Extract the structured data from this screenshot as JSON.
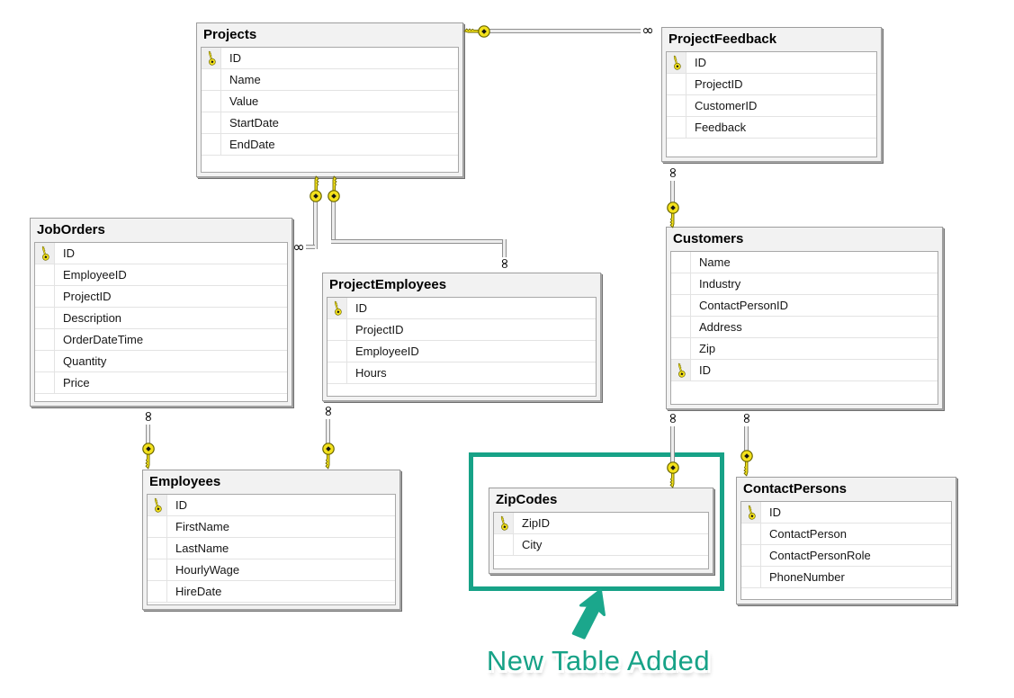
{
  "diagram": {
    "annotation_label": "New Table Added",
    "accent_color": "#17a287"
  },
  "tables": [
    {
      "name": "Projects",
      "fields": [
        {
          "name": "ID",
          "pk": true
        },
        {
          "name": "Name",
          "pk": false
        },
        {
          "name": "Value",
          "pk": false
        },
        {
          "name": "StartDate",
          "pk": false
        },
        {
          "name": "EndDate",
          "pk": false
        }
      ]
    },
    {
      "name": "ProjectFeedback",
      "fields": [
        {
          "name": "ID",
          "pk": true
        },
        {
          "name": "ProjectID",
          "pk": false
        },
        {
          "name": "CustomerID",
          "pk": false
        },
        {
          "name": "Feedback",
          "pk": false
        }
      ]
    },
    {
      "name": "JobOrders",
      "fields": [
        {
          "name": "ID",
          "pk": true
        },
        {
          "name": "EmployeeID",
          "pk": false
        },
        {
          "name": "ProjectID",
          "pk": false
        },
        {
          "name": "Description",
          "pk": false
        },
        {
          "name": "OrderDateTime",
          "pk": false
        },
        {
          "name": "Quantity",
          "pk": false
        },
        {
          "name": "Price",
          "pk": false
        }
      ]
    },
    {
      "name": "ProjectEmployees",
      "fields": [
        {
          "name": "ID",
          "pk": true
        },
        {
          "name": "ProjectID",
          "pk": false
        },
        {
          "name": "EmployeeID",
          "pk": false
        },
        {
          "name": "Hours",
          "pk": false
        }
      ]
    },
    {
      "name": "Customers",
      "fields": [
        {
          "name": "Name",
          "pk": false
        },
        {
          "name": "Industry",
          "pk": false
        },
        {
          "name": "ContactPersonID",
          "pk": false
        },
        {
          "name": "Address",
          "pk": false
        },
        {
          "name": "Zip",
          "pk": false
        },
        {
          "name": "ID",
          "pk": true
        }
      ]
    },
    {
      "name": "Employees",
      "fields": [
        {
          "name": "ID",
          "pk": true
        },
        {
          "name": "FirstName",
          "pk": false
        },
        {
          "name": "LastName",
          "pk": false
        },
        {
          "name": "HourlyWage",
          "pk": false
        },
        {
          "name": "HireDate",
          "pk": false
        }
      ]
    },
    {
      "name": "ZipCodes",
      "highlighted": true,
      "fields": [
        {
          "name": "ZipID",
          "pk": true
        },
        {
          "name": "City",
          "pk": false
        }
      ]
    },
    {
      "name": "ContactPersons",
      "fields": [
        {
          "name": "ID",
          "pk": true
        },
        {
          "name": "ContactPerson",
          "pk": false
        },
        {
          "name": "ContactPersonRole",
          "pk": false
        },
        {
          "name": "PhoneNumber",
          "pk": false
        }
      ]
    }
  ],
  "relationships": [
    {
      "one": "Projects",
      "many": "ProjectFeedback"
    },
    {
      "one": "Projects",
      "many": "JobOrders"
    },
    {
      "one": "Projects",
      "many": "ProjectEmployees"
    },
    {
      "one": "Customers",
      "many": "ProjectFeedback"
    },
    {
      "one": "Employees",
      "many": "JobOrders"
    },
    {
      "one": "Employees",
      "many": "ProjectEmployees"
    },
    {
      "one": "ZipCodes",
      "many": "Customers"
    },
    {
      "one": "ContactPersons",
      "many": "Customers"
    }
  ],
  "glyphs": {
    "many_symbol": "∞"
  }
}
